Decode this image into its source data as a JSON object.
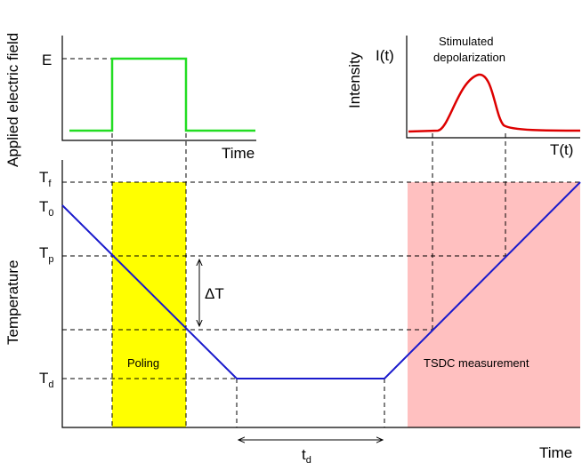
{
  "top_left_panel": {
    "y_axis_label": "Applied electric field",
    "level_label": "E",
    "x_axis_label": "Time",
    "pulse_color": "#22dd22"
  },
  "top_right_panel": {
    "y_axis_label": "Intensity",
    "y_axis_symbol": "I(t)",
    "annotation_line1": "Stimulated",
    "annotation_line2": "depolarization",
    "x_axis_label": "T(t)",
    "curve_color": "#dd0000"
  },
  "main_panel": {
    "y_axis_label": "Temperature",
    "x_axis_label": "Time",
    "t_f": {
      "base": "T",
      "sub": "f"
    },
    "t_0": {
      "base": "T",
      "sub": "0"
    },
    "t_p": {
      "base": "T",
      "sub": "p"
    },
    "t_d": {
      "base": "T",
      "sub": "d"
    },
    "delta_t_label": "ΔT",
    "duration_label": {
      "base": "t",
      "sub": "d"
    },
    "poling_label": "Poling",
    "poling_color": "#ffff00",
    "measurement_label": "TSDC measurement",
    "measurement_color": "#ffc0c0",
    "profile_color": "#1a1acc"
  }
}
